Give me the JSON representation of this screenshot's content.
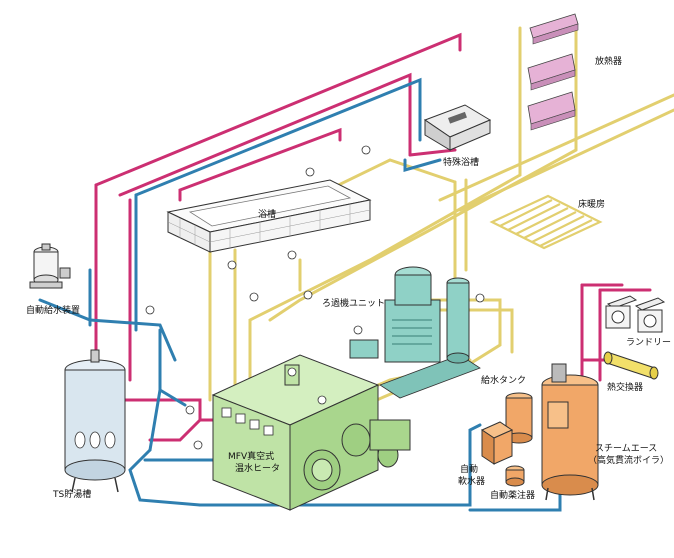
{
  "labels": {
    "radiator": "放熱器",
    "special_bath": "特殊浴槽",
    "bathtub": "浴槽",
    "floor_heating": "床暖房",
    "auto_water_supply": "自動給水装置",
    "filter_unit": "ろ過機ユニット",
    "laundry": "ランドリー",
    "heat_exchanger": "熱交換器",
    "feed_tank": "給水タンク",
    "mfv_heater_1": "MFV真空式",
    "mfv_heater_2": "温水ヒータ",
    "steam_ace_1": "スチームエース",
    "steam_ace_2": "（高気貫流ボイラ）",
    "softener_1": "自動",
    "softener_2": "軟水器",
    "chem_injector": "自動薬注器",
    "ts_tank": "TS貯湯槽"
  },
  "colors": {
    "pipe_magenta": "#cc2f72",
    "pipe_blue": "#2f7fb0",
    "pipe_yellow": "#e2cf6f",
    "heater_green": "#bfe3a6",
    "filter_teal": "#8fd1c6",
    "boiler_orange": "#f1a768",
    "tank_blue": "#d9e6ef",
    "radiator_pink": "#e6b2d6",
    "heat_exchanger_yellow": "#f2e06a"
  }
}
